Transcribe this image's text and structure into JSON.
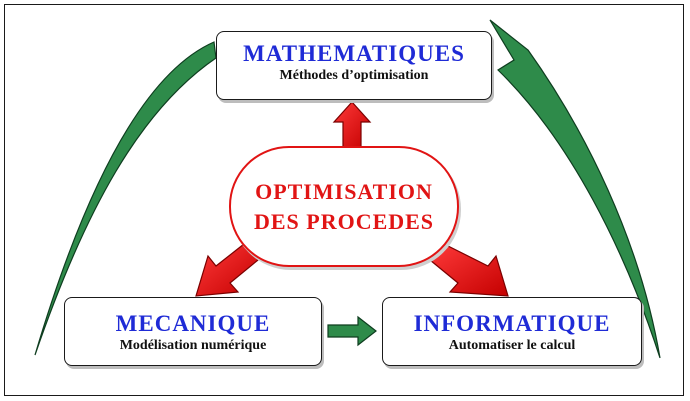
{
  "colors": {
    "title_blue": "#1f2bd6",
    "center_red": "#e11414",
    "swoosh_green": "#2e8b4a",
    "border": "#1a1a1a"
  },
  "center": {
    "line1": "OPTIMISATION",
    "line2": "DES PROCEDES"
  },
  "top_box": {
    "title": "MATHEMATIQUES",
    "subtitle": "Méthodes d’optimisation"
  },
  "left_box": {
    "title": "MECANIQUE",
    "subtitle": "Modélisation numérique"
  },
  "right_box": {
    "title": "INFORMATIQUE",
    "subtitle": "Automatiser le calcul"
  }
}
